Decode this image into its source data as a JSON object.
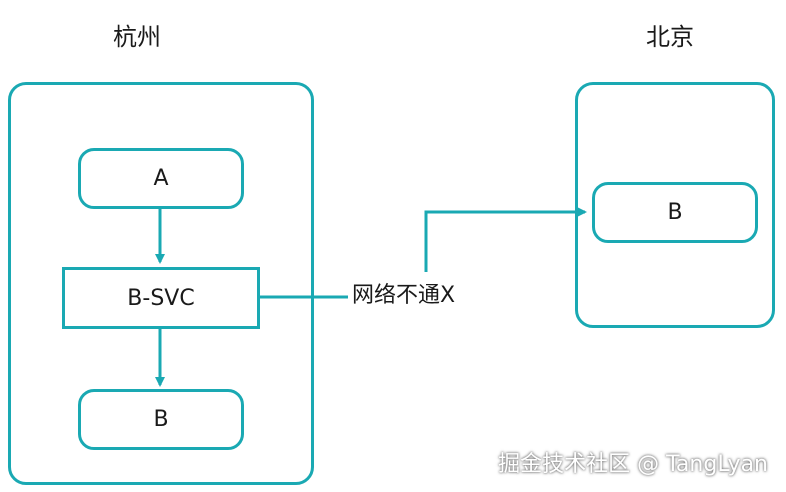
{
  "regions": {
    "hangzhou": {
      "label": "杭州"
    },
    "beijing": {
      "label": "北京"
    }
  },
  "nodes": {
    "a": "A",
    "b_svc": "B-SVC",
    "b_local": "B",
    "b_remote": "B"
  },
  "connection": {
    "label": "网络不通X"
  },
  "watermark": "掘金技术社区 @ TangLyan",
  "colors": {
    "accent": "#1aa9b3"
  }
}
